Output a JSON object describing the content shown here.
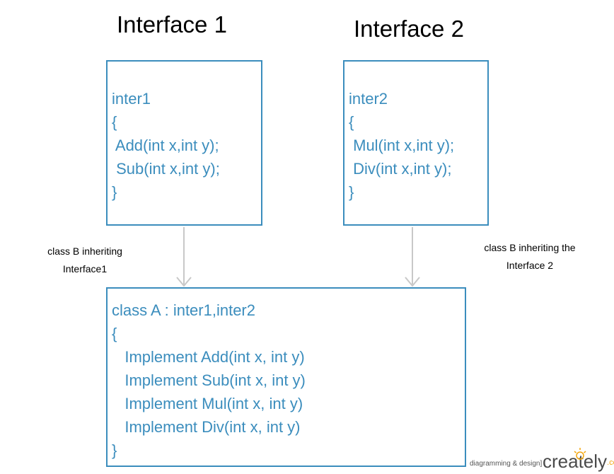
{
  "headings": {
    "interface1": "Interface 1",
    "interface2": "Interface 2"
  },
  "boxes": {
    "inter1": {
      "lines": [
        "inter1",
        "{",
        " Add(int x,int y);",
        " Sub(int x,int y);",
        "}"
      ]
    },
    "inter2": {
      "lines": [
        "inter2",
        "{",
        " Mul(int x,int y);",
        " Div(int x,int y);",
        "}"
      ]
    },
    "classA": {
      "lines": [
        "class A : inter1,inter2",
        "{",
        "   Implement Add(int x, int y)",
        "   Implement Sub(int x, int y)",
        "   Implement Mul(int x, int y)",
        "   Implement Div(int x, int y)",
        "}"
      ]
    }
  },
  "edge_labels": {
    "left": [
      "class B inheriting",
      "Interface1"
    ],
    "right": [
      "class B inheriting the",
      "Interface 2"
    ]
  },
  "branding": {
    "tagline": "diagramming & design]",
    "logo_main": "creately",
    "logo_suffix": ".com"
  },
  "colors": {
    "box_border": "#3b8dbd",
    "box_text": "#3b8dbd",
    "connector": "#c8c8c8",
    "logo_accent": "#f3a50c"
  }
}
